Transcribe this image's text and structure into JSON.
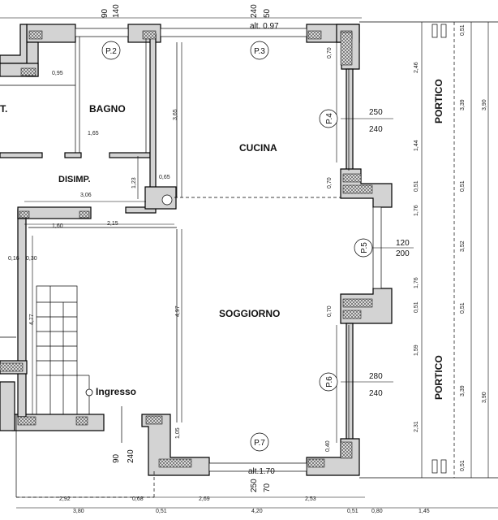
{
  "rooms": {
    "bagno": "BAGNO",
    "cucina": "CUCINA",
    "disimp": "DISIMP.",
    "soggiorno": "SOGGIORNO",
    "ingresso": "Ingresso",
    "portico_top": "PORTICO",
    "portico_bottom": "PORTICO",
    "partial_room": "T."
  },
  "openings": {
    "p2": "P.2",
    "p3": "P.3",
    "p4": "P.4",
    "p5": "P.5",
    "p6": "P.6",
    "p7": "P.7",
    "p4_w": "250",
    "p4_h": "240",
    "p5_w": "120",
    "p5_h": "200",
    "p6_w": "280",
    "p6_h": "240",
    "top_w": "240",
    "top_h": "50",
    "top_left_w": "90",
    "top_left_h": "140",
    "bottom_w": "250",
    "bottom_h": "70",
    "entry_w": "90",
    "entry_h": "240"
  },
  "heights": {
    "top": "alt. 0.97",
    "bottom": "alt.1.70"
  },
  "dims": {
    "d095": "0,95",
    "d165": "1,65",
    "d365": "3,65",
    "d065": "0,65",
    "d123": "1,23",
    "d306": "3,06",
    "d160": "1,60",
    "d215": "2,15",
    "d016": "0,16",
    "d030": "0,30",
    "d477": "4,77",
    "d497": "4,97",
    "d105": "1,05",
    "d070a": "0,70",
    "d070b": "0,70",
    "d070c": "0,70",
    "d040": "0,40",
    "d246": "2,46",
    "d144": "1,44",
    "d051a": "0,51",
    "d176a": "1,76",
    "d176b": "1,76",
    "d051b": "0,51",
    "d159": "1,59",
    "d231": "2,31",
    "d051top": "0,51",
    "d339a": "3,39",
    "d051m1": "0,51",
    "d352": "3,52",
    "d051m2": "0,51",
    "d339b": "3,39",
    "d051bot": "0,51",
    "d390a": "3,90",
    "d390b": "3,90",
    "d292": "2,92",
    "d068": "0,68",
    "d269": "2,69",
    "d420": "4,20",
    "d253": "2,53",
    "d380": "3,80",
    "d051b1": "0,51",
    "d051b2": "0,51",
    "d080": "0,80",
    "d145": "1,45"
  }
}
